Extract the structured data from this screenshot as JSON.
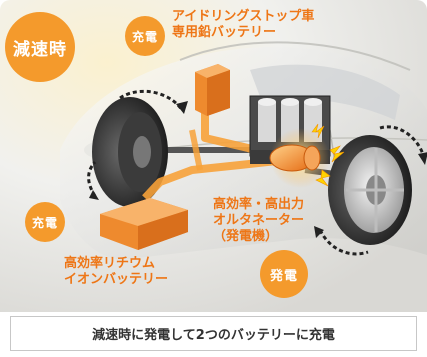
{
  "mode_badge": "減速時",
  "charge_labels": [
    "充電",
    "充電"
  ],
  "generate_label": "発電",
  "lead_battery_label": [
    "アイドリングストップ車",
    "専用鉛バッテリー"
  ],
  "lithium_battery_label": [
    "高効率リチウム",
    "イオンバッテリー"
  ],
  "alternator_label": [
    "高効率・高出力",
    "オルタネーター",
    "（発電機）"
  ],
  "caption": "減速時に発電して2つのバッテリーに充電",
  "colors": {
    "accent": "#f49a2c",
    "label_orange": "#ee7616",
    "flow": "#f7a23a",
    "battery": "#ee8a2e"
  }
}
